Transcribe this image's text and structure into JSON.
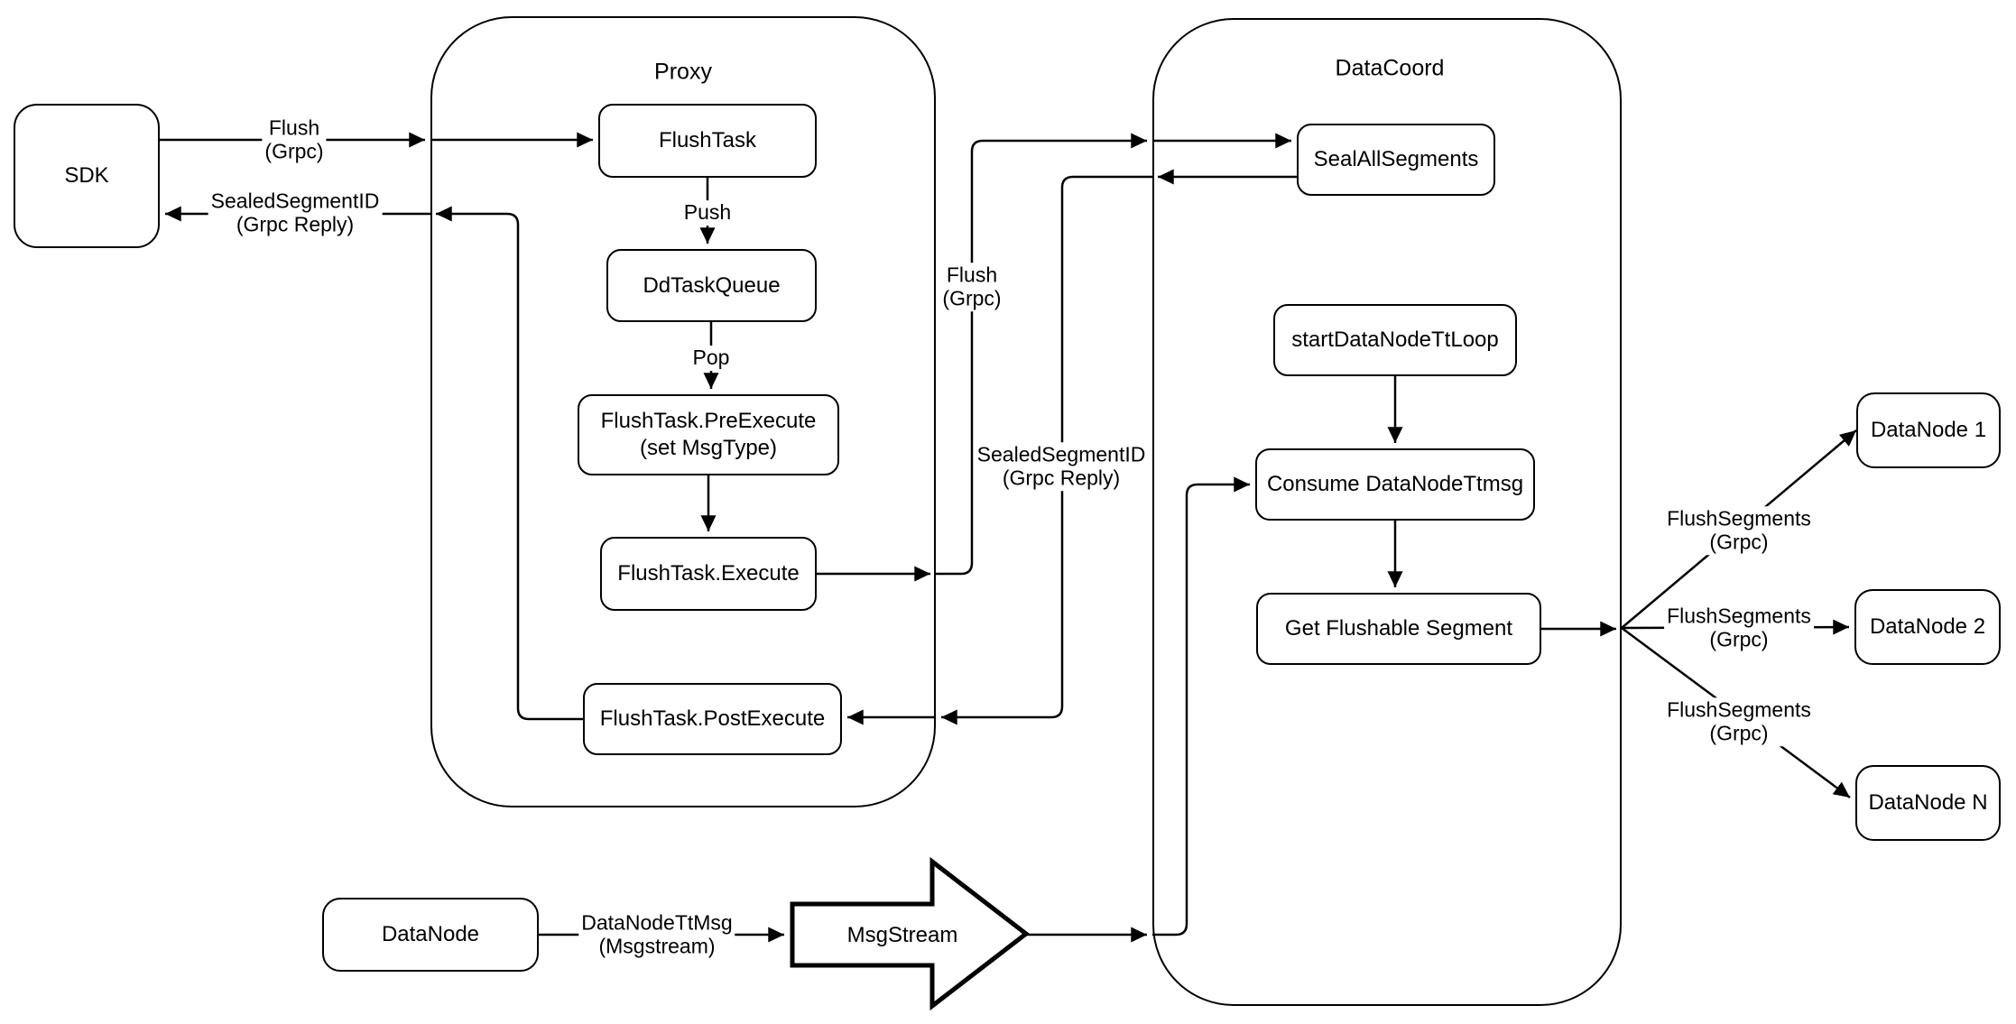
{
  "diagram": {
    "background_color": "#ffffff",
    "stroke_color": "#000000",
    "containers": {
      "proxy": {
        "label": "Proxy"
      },
      "datacoord": {
        "label": "DataCoord"
      }
    },
    "nodes": {
      "sdk": {
        "label": "SDK"
      },
      "flush_task": {
        "label": "FlushTask"
      },
      "dd_task_queue": {
        "label": "DdTaskQueue"
      },
      "pre_execute": {
        "label": "FlushTask.PreExecute\n(set MsgType)"
      },
      "execute": {
        "label": "FlushTask.Execute"
      },
      "post_execute": {
        "label": "FlushTask.PostExecute"
      },
      "seal_all_segments": {
        "label": "SealAllSegments"
      },
      "start_datanode_tt_loop": {
        "label": "startDataNodeTtLoop"
      },
      "consume_datanode_ttmsg": {
        "label": "Consume DataNodeTtmsg"
      },
      "get_flushable_segment": {
        "label": "Get Flushable Segment"
      },
      "datanode_1": {
        "label": "DataNode 1"
      },
      "datanode_2": {
        "label": "DataNode 2"
      },
      "datanode_n": {
        "label": "DataNode N"
      },
      "datanode": {
        "label": "DataNode"
      },
      "msgstream": {
        "label": "MsgStream"
      }
    },
    "edge_labels": {
      "flush_grpc_left": {
        "text": "Flush\n(Grpc)"
      },
      "sealed_reply_left": {
        "text": "SealedSegmentID\n(Grpc Reply)"
      },
      "push": {
        "text": "Push"
      },
      "pop": {
        "text": "Pop"
      },
      "flush_grpc_mid": {
        "text": "Flush\n(Grpc)"
      },
      "sealed_reply_mid": {
        "text": "SealedSegmentID\n(Grpc Reply)"
      },
      "flush_segments_1": {
        "text": "FlushSegments\n(Grpc)"
      },
      "flush_segments_2": {
        "text": "FlushSegments\n(Grpc)"
      },
      "flush_segments_3": {
        "text": "FlushSegments\n(Grpc)"
      },
      "datanode_tt_msg": {
        "text": "DataNodeTtMsg\n(Msgstream)"
      }
    }
  }
}
